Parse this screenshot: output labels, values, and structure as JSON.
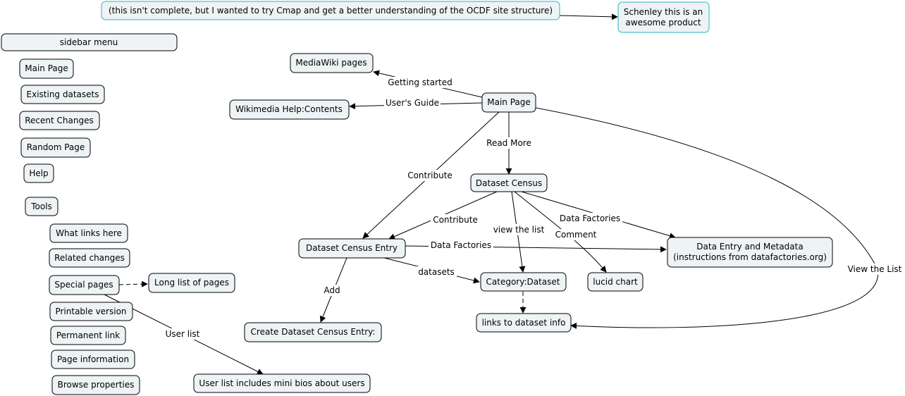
{
  "nodes": {
    "note": "(this isn't complete, but I wanted to try Cmap and get a better understanding of the OCDF site structure)",
    "schenley": [
      "Schenley this is an",
      "awesome product"
    ],
    "sidebar_menu": "sidebar menu",
    "sb_main_page": "Main Page",
    "sb_existing_datasets": "Existing datasets",
    "sb_recent_changes": "Recent Changes",
    "sb_random_page": "Random Page",
    "sb_help": "Help",
    "sb_tools": "Tools",
    "what_links_here": "What links here",
    "related_changes": "Related changes",
    "special_pages": "Special pages",
    "long_list": "Long list of pages",
    "printable_version": "Printable version",
    "permanent_link": "Permanent link",
    "page_information": "Page information",
    "browse_properties": "Browse properties",
    "user_list_bios": "User list includes mini bios about users",
    "mediawiki_pages": "MediaWiki pages",
    "wikimedia_help": "Wikimedia Help:Contents",
    "main_page": "Main Page",
    "dataset_census": "Dataset Census",
    "dataset_census_entry": "Dataset Census Entry",
    "create_entry": "Create Dataset Census Entry:",
    "category_dataset": "Category:Dataset",
    "links_info": "links to dataset info",
    "lucid_chart": "lucid chart",
    "data_entry": [
      "Data Entry and Metadata",
      "(instructions from datafactories.org)"
    ]
  },
  "edges": {
    "getting_started": "Getting started",
    "users_guide": "User's Guide",
    "read_more": "Read More",
    "contribute_main": "Contribute",
    "view_the_list_main": "View the List",
    "contribute_census": "Contribute",
    "view_the_list_census": "view the list",
    "comment": "Comment",
    "data_factories_census": "Data Factories",
    "data_factories_entry": "Data Factories",
    "datasets": "datasets",
    "add": "Add",
    "user_list": "User list"
  }
}
